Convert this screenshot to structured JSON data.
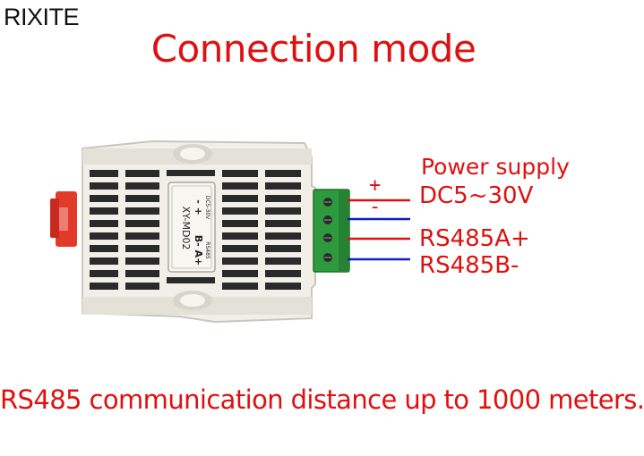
{
  "brand": "RIXITE",
  "title": "Connection mode",
  "device": {
    "model": "XY-MD02",
    "pins_top": "- +",
    "pins_bottom": "B- A+",
    "voltage": "DC5-30V",
    "bus": "RS485"
  },
  "wires": {
    "plus": "+",
    "minus": "-",
    "power_label": "Power supply",
    "dc_label": "DC5~30V",
    "a_label": "RS485A+",
    "b_label": "RS485B-"
  },
  "colors": {
    "red_text": "#e01010",
    "blue_wire": "#1020c0",
    "terminal_green": "#2e9a3e",
    "housing": "#f1efe8"
  },
  "footer": "RS485 communication distance up to 1000 meters."
}
